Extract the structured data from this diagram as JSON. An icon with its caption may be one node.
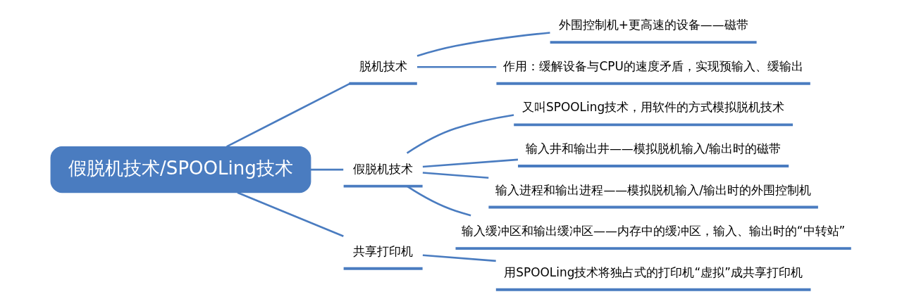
{
  "diagram": {
    "nodes": [
      {
        "text": [
          "假脱机技术/SPOOLing技术"
        ]
      },
      {
        "text": [
          "脱机技术"
        ]
      },
      {
        "text": [
          "外围控制机+更高速的设备——磁带"
        ]
      },
      {
        "text": [
          "作用：缓解设备与CPU的速度矛盾，实现预输入、缓输出"
        ]
      },
      {
        "text": [
          "假脱机技术"
        ]
      },
      {
        "text": [
          "又叫SPOOLing技术，用软件的方式模拟脱机技术"
        ]
      },
      {
        "text": [
          "输入井和输出井——模拟脱机输入/输出时的磁带"
        ]
      },
      {
        "text": [
          "输入进程和输出进程——模拟脱机输入/输出时的外围控制机"
        ]
      },
      {
        "text": [
          "输入缓冲区和输出缓冲区——内存中的缓冲区，输入、输出时的“中转站”"
        ]
      },
      {
        "text": [
          "共享打印机"
        ]
      },
      {
        "text": [
          "用SPOOLing技术将独占式的打印机“虚拟”成共享打印机"
        ]
      }
    ],
    "edges": [
      {
        "from": 0,
        "to": 1,
        "arrow": "none"
      },
      {
        "from": 1,
        "to": 2,
        "arrow": "none"
      },
      {
        "from": 1,
        "to": 3,
        "arrow": "none"
      },
      {
        "from": 0,
        "to": 4,
        "arrow": "none"
      },
      {
        "from": 4,
        "to": 5,
        "arrow": "none"
      },
      {
        "from": 4,
        "to": 6,
        "arrow": "none"
      },
      {
        "from": 4,
        "to": 7,
        "arrow": "none"
      },
      {
        "from": 4,
        "to": 8,
        "arrow": "none"
      },
      {
        "from": 0,
        "to": 9,
        "arrow": "none"
      },
      {
        "from": 9,
        "to": 10,
        "arrow": "none"
      }
    ]
  }
}
